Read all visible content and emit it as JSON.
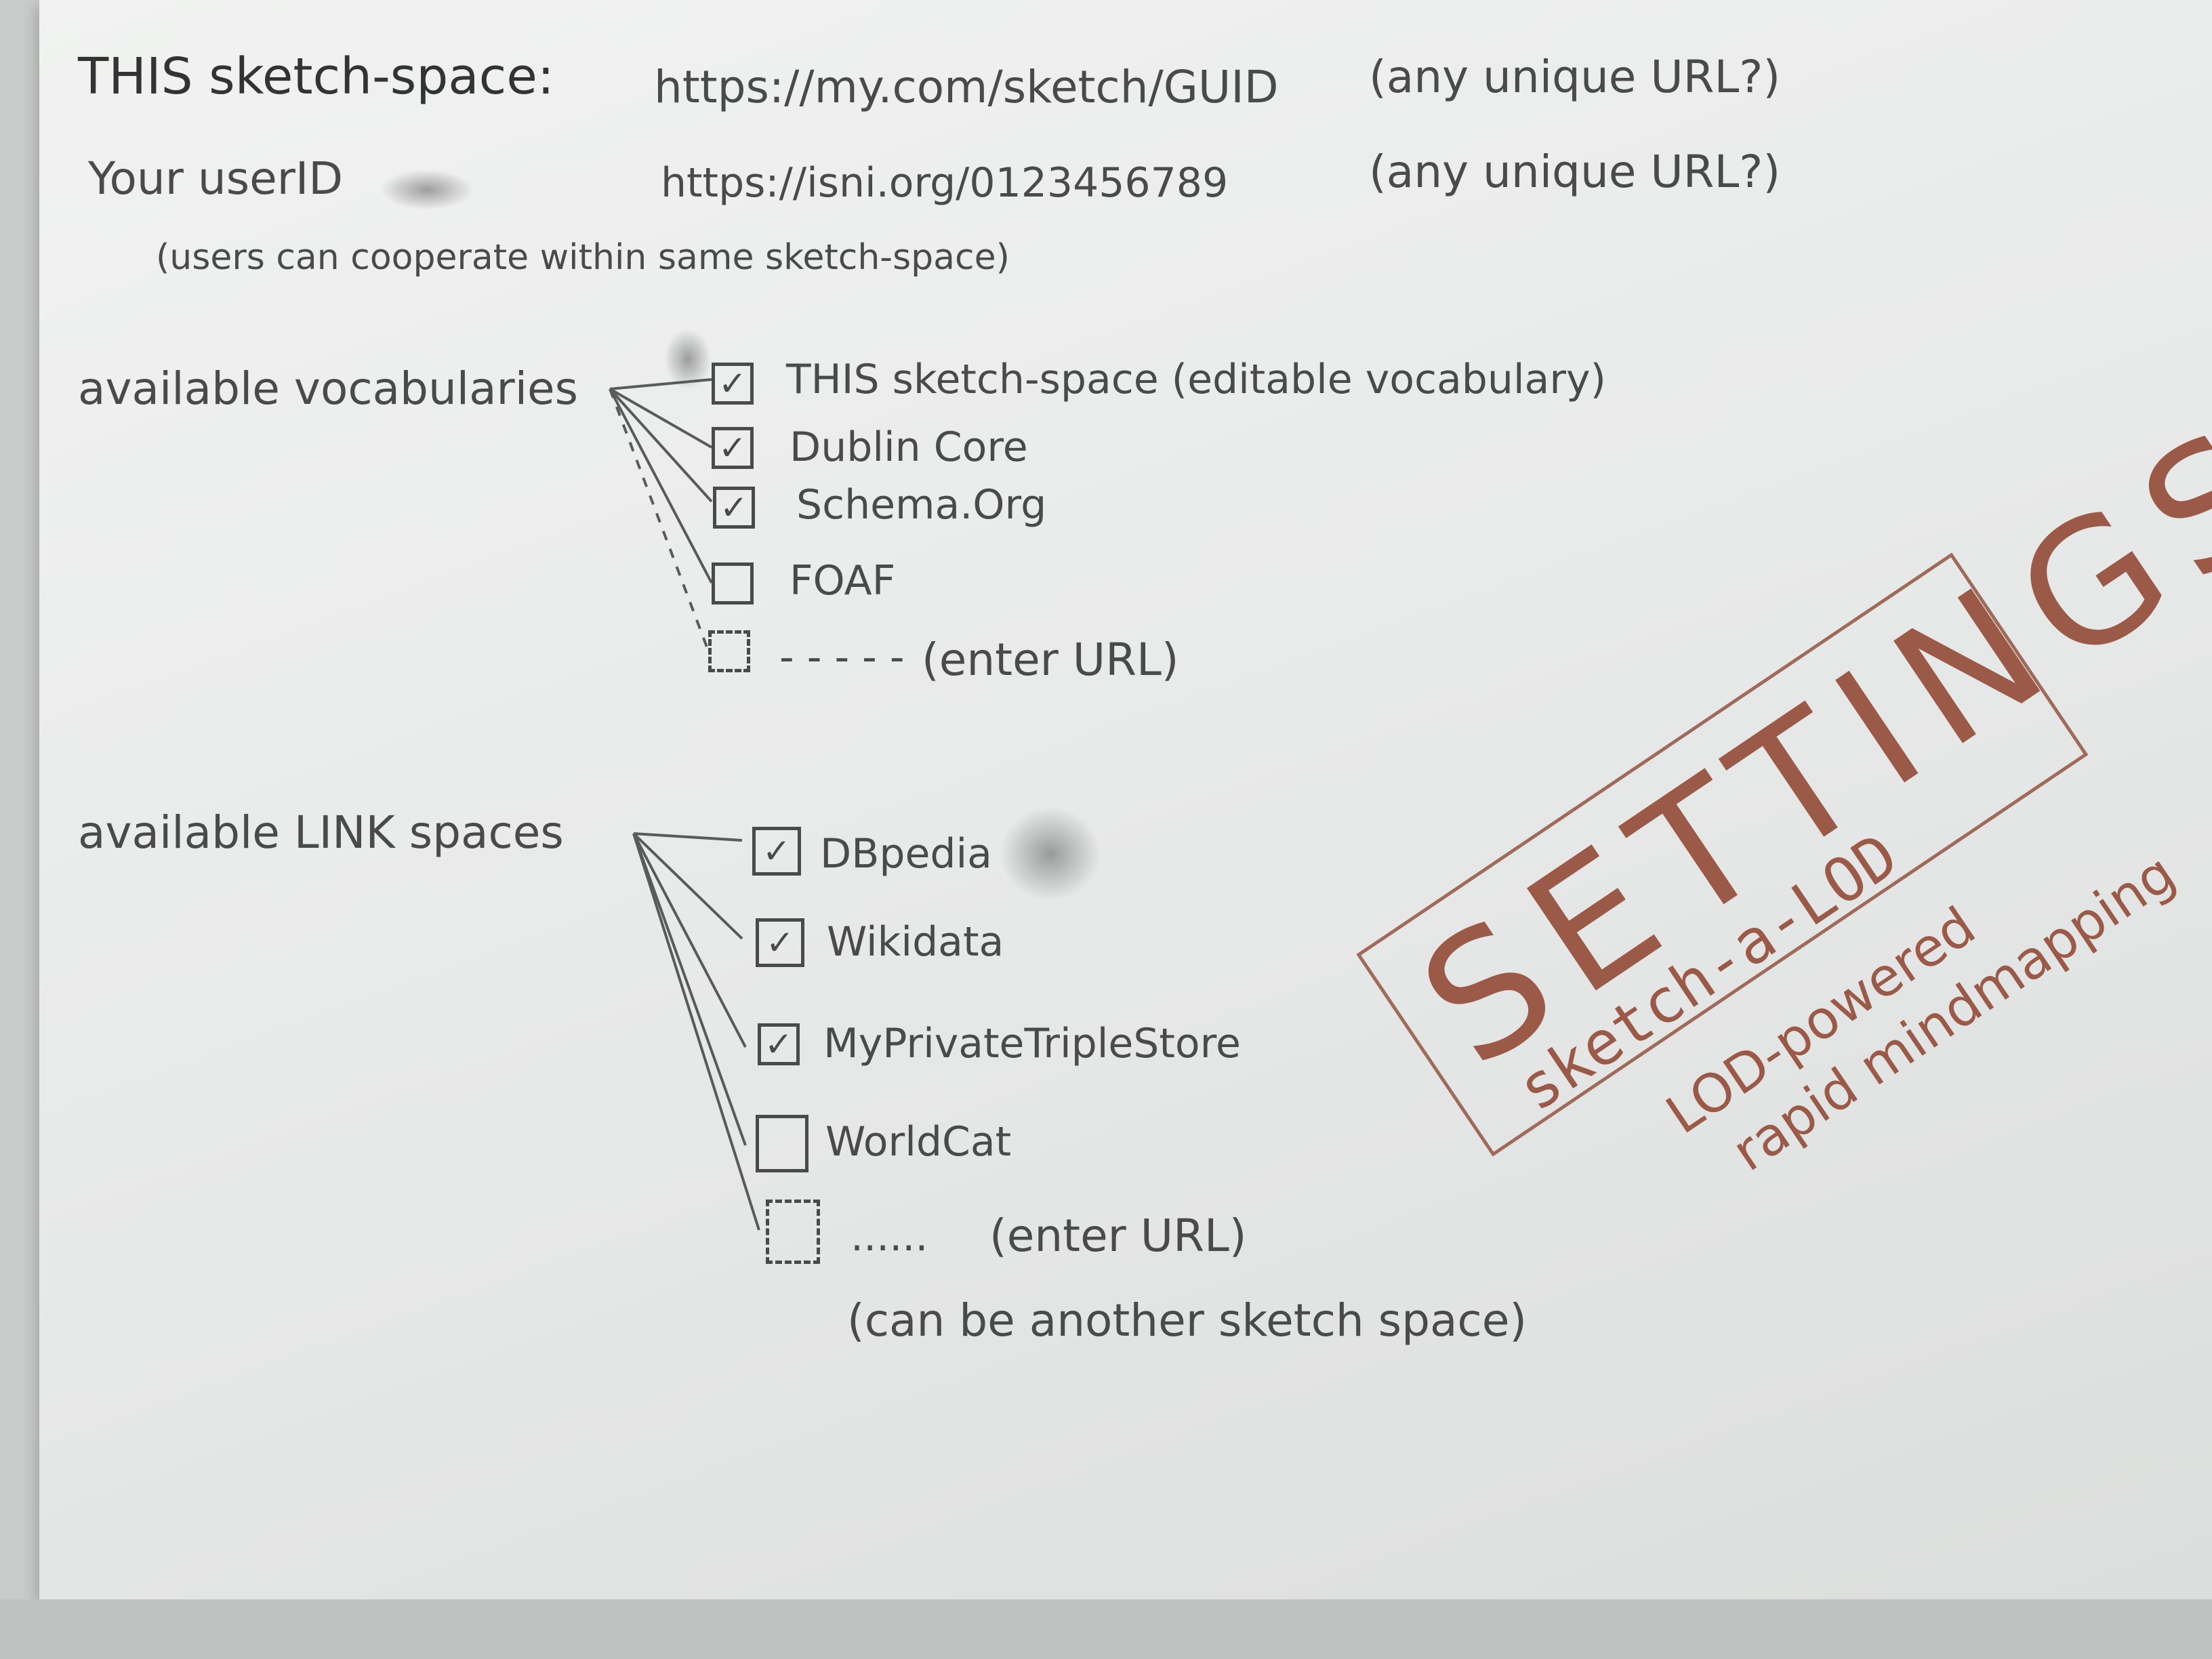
{
  "header": {
    "sketch_space_label": "THIS sketch-space:",
    "sketch_space_url": "https://my.com/sketch/GUID",
    "sketch_space_note": "(any unique URL?)",
    "user_label": "Your userID",
    "user_url": "https://isni.org/0123456789",
    "user_note": "(any unique URL?)",
    "cooperate_note": "(users can cooperate within same sketch-space)"
  },
  "vocabularies": {
    "label": "available vocabularies",
    "items": [
      {
        "label": "THIS sketch-space (editable vocabulary)",
        "checked": true
      },
      {
        "label": "Dublin Core",
        "checked": true
      },
      {
        "label": "Schema.Org",
        "checked": true
      },
      {
        "label": "FOAF",
        "checked": false
      }
    ],
    "custom": {
      "dots": "- - - - -",
      "label": "(enter URL)"
    }
  },
  "link_spaces": {
    "label": "available LINK spaces",
    "items": [
      {
        "label": "DBpedia",
        "checked": true
      },
      {
        "label": "Wikidata",
        "checked": true
      },
      {
        "label": "MyPrivateTripleStore",
        "checked": true
      },
      {
        "label": "WorldCat",
        "checked": false
      }
    ],
    "custom": {
      "dots": "......",
      "label": "(enter URL)",
      "note": "(can be another sketch space)"
    }
  },
  "stamp": {
    "title": "SETTINGS",
    "subtitle": "sketch-a-LOD",
    "tagline_1": "LOD-powered",
    "tagline_2": "rapid mindmapping"
  },
  "colors": {
    "ink": "#4a4a4a",
    "stamp": "#9b5a48"
  },
  "icons": {
    "checked": "check-mark",
    "unchecked": "empty-box"
  }
}
